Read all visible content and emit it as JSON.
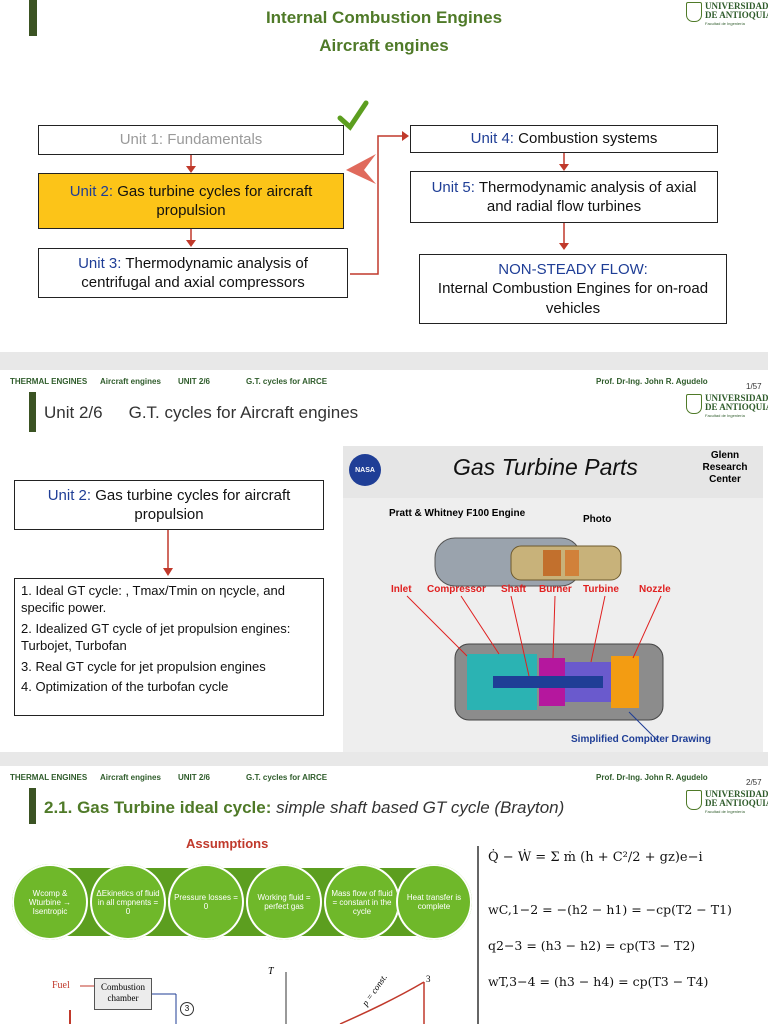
{
  "slide1": {
    "title_line1": "Internal Combustion Engines",
    "title_line2": "Aircraft engines",
    "unit1_prefix": "Unit 1:",
    "unit1_text": " Fundamentals",
    "unit2_prefix": "Unit 2:",
    "unit2_text": " Gas turbine cycles for aircraft propulsion",
    "unit3_prefix": "Unit 3:",
    "unit3_text": " Thermodynamic analysis of centrifugal and axial compressors",
    "unit4_prefix": "Unit 4:",
    "unit4_text": " Combustion systems",
    "unit5_prefix": "Unit 5:",
    "unit5_text": " Thermodynamic analysis of axial and radial flow turbines",
    "nsf_title": "NON-STEADY FLOW:",
    "nsf_text": "Internal Combustion Engines for on-road vehicles"
  },
  "logo": {
    "line1": "UNIVERSIDAD",
    "line2": "DE ANTIOQUIA",
    "line3": "Facultad de Ingeniería"
  },
  "footer": {
    "course": "THERMAL ENGINES",
    "topic": "Aircraft engines",
    "unit": "UNIT 2/6",
    "subject": "G.T. cycles for AIRCE",
    "prof": "Prof. Dr-Ing. John R. Agudelo",
    "page1": "1/57",
    "page2": "2/57"
  },
  "slide2": {
    "heading_num": "Unit 2/6",
    "heading_text": "G.T. cycles for Aircraft engines",
    "unit2_prefix": "Unit 2:",
    "unit2_text": " Gas turbine cycles for aircraft propulsion",
    "list": [
      "1.  Ideal GT cycle:           , Tmax/Tmin on ηcycle, and specific power.",
      "2.  Idealized GT cycle of jet propulsion engines: Turbojet, Turbofan",
      "3.  Real GT cycle for jet propulsion engines",
      "4.  Optimization of the turbofan cycle"
    ],
    "figure": {
      "title": "Gas Turbine Parts",
      "center": "Glenn Research Center",
      "engine": "Pratt & Whitney F100 Engine",
      "photo": "Photo",
      "labels": [
        "Inlet",
        "Compressor",
        "Shaft",
        "Burner",
        "Turbine",
        "Nozzle"
      ],
      "caption": "Simplified Computer Drawing",
      "nasa": "NASA"
    }
  },
  "slide3": {
    "heading_prefix": "2.1.  Gas Turbine ideal cycle:",
    "heading_italic": " simple shaft based GT cycle (Brayton)",
    "assumptions_title": "Assumptions",
    "assumptions": [
      "Wcomp & Wturbine → Isentropic",
      "ΔEkinetics of fluid in all cmpnents = 0",
      "Pressure losses = 0",
      "Working fluid = perfect gas",
      "Mass flow of fluid = constant in the cycle",
      "Heat transfer is complete"
    ],
    "diagram": {
      "fuel": "Fuel",
      "chamber": "Combustion chamber",
      "state3": "3",
      "t_axis": "T",
      "p_const": "p = const.",
      "point3": "3"
    },
    "equations": [
      "Q̇ − Ẇ = Σ ṁ (h + C²/2 + gz)e−i",
      "wC,1−2 = −(h2 − h1) = −cp(T2 − T1)",
      "q2−3 = (h3 − h2) = cp(T3 − T2)",
      "wT,3−4 = (h3 − h4) = cp(T3 − T4)"
    ]
  },
  "colors": {
    "green_dark": "#3b5323",
    "green_title": "#4f7a28",
    "highlight": "#fcc418",
    "arrow_red": "#c0392b",
    "unit_blue": "#1f3e96",
    "assumption_green": "#5c9e1f"
  }
}
